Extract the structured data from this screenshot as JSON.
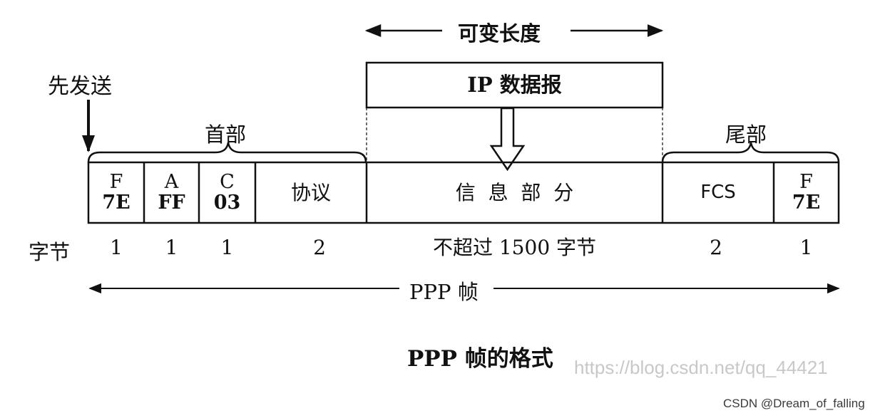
{
  "variable_length_label": "可变长度",
  "ip_datagram_label": "IP 数据报",
  "send_first_label": "先发送",
  "header_label": "首部",
  "trailer_label": "尾部",
  "fields": {
    "f_start": {
      "name": "F",
      "value": "7E",
      "bytes": "1"
    },
    "a": {
      "name": "A",
      "value": "FF",
      "bytes": "1"
    },
    "c": {
      "name": "C",
      "value": "03",
      "bytes": "1"
    },
    "protocol": {
      "name": "协议",
      "bytes": "2"
    },
    "info": {
      "name": "信  息  部  分",
      "bytes": "不超过 1500 字节"
    },
    "fcs": {
      "name": "FCS",
      "bytes": "2"
    },
    "f_end": {
      "name": "F",
      "value": "7E",
      "bytes": "1"
    }
  },
  "bytes_row_label": "字节",
  "ppp_frame_label": "PPP 帧",
  "caption": "PPP 帧的格式",
  "watermark_blog": "https://blog.csdn.net/qq_44421",
  "watermark_author": "CSDN @Dream_of_falling"
}
